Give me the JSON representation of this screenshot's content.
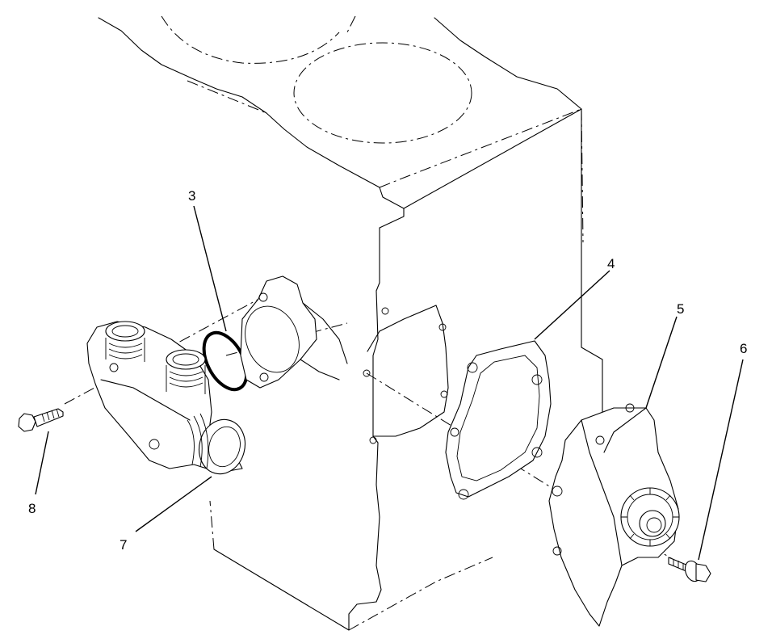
{
  "callouts": [
    {
      "id": "3",
      "text": "3"
    },
    {
      "id": "4",
      "text": "4"
    },
    {
      "id": "5",
      "text": "5"
    },
    {
      "id": "6",
      "text": "6"
    },
    {
      "id": "7",
      "text": "7"
    },
    {
      "id": "8",
      "text": "8"
    }
  ]
}
